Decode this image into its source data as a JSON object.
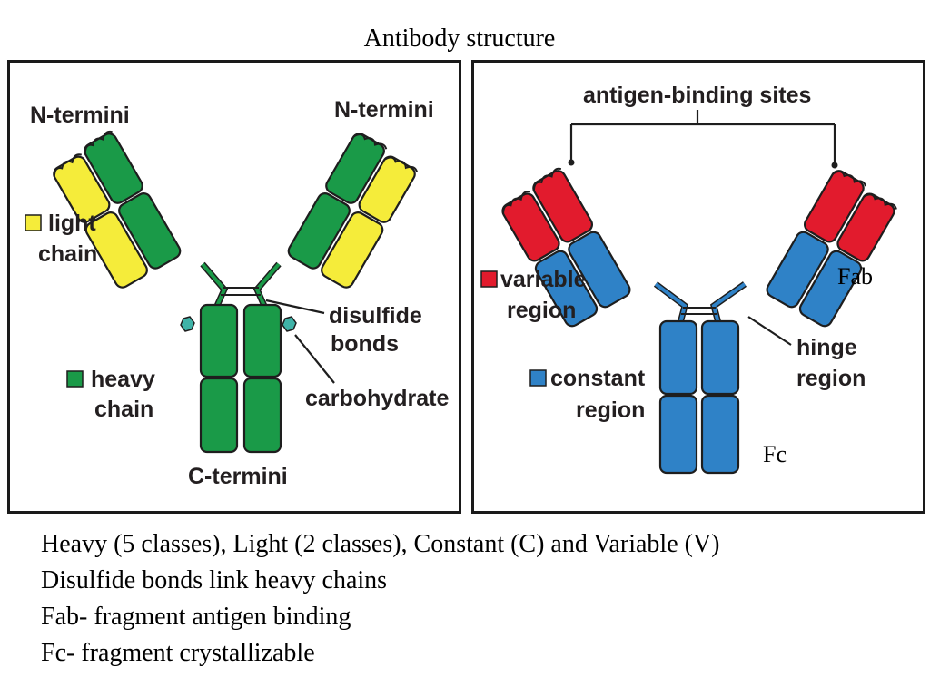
{
  "title": "Antibody structure",
  "left_panel": {
    "n_termini_left": "N-termini",
    "n_termini_right": "N-termini",
    "legend_light": [
      "light",
      "chain"
    ],
    "legend_heavy": [
      "heavy",
      "chain"
    ],
    "disulfide": [
      "disulfide",
      "bonds"
    ],
    "carbohydrate": "carbohydrate",
    "c_termini": "C-termini"
  },
  "right_panel": {
    "antigen_binding": "antigen-binding sites",
    "legend_variable": [
      "variable",
      "region"
    ],
    "legend_constant": [
      "constant",
      "region"
    ],
    "hinge": [
      "hinge",
      "region"
    ],
    "fab": "Fab",
    "fc": "Fc"
  },
  "colors": {
    "heavy": "#1a9a48",
    "light": "#f5ec3a",
    "variable": "#e21b2d",
    "constant": "#2f82c7",
    "carbohydrate": "#3fb3a8",
    "outline": "#1e1e1e"
  },
  "notes": [
    "Heavy (5 classes), Light (2 classes), Constant (C) and Variable (V)",
    "Disulfide bonds link heavy chains",
    "Fab- fragment antigen binding",
    "Fc- fragment crystallizable"
  ]
}
